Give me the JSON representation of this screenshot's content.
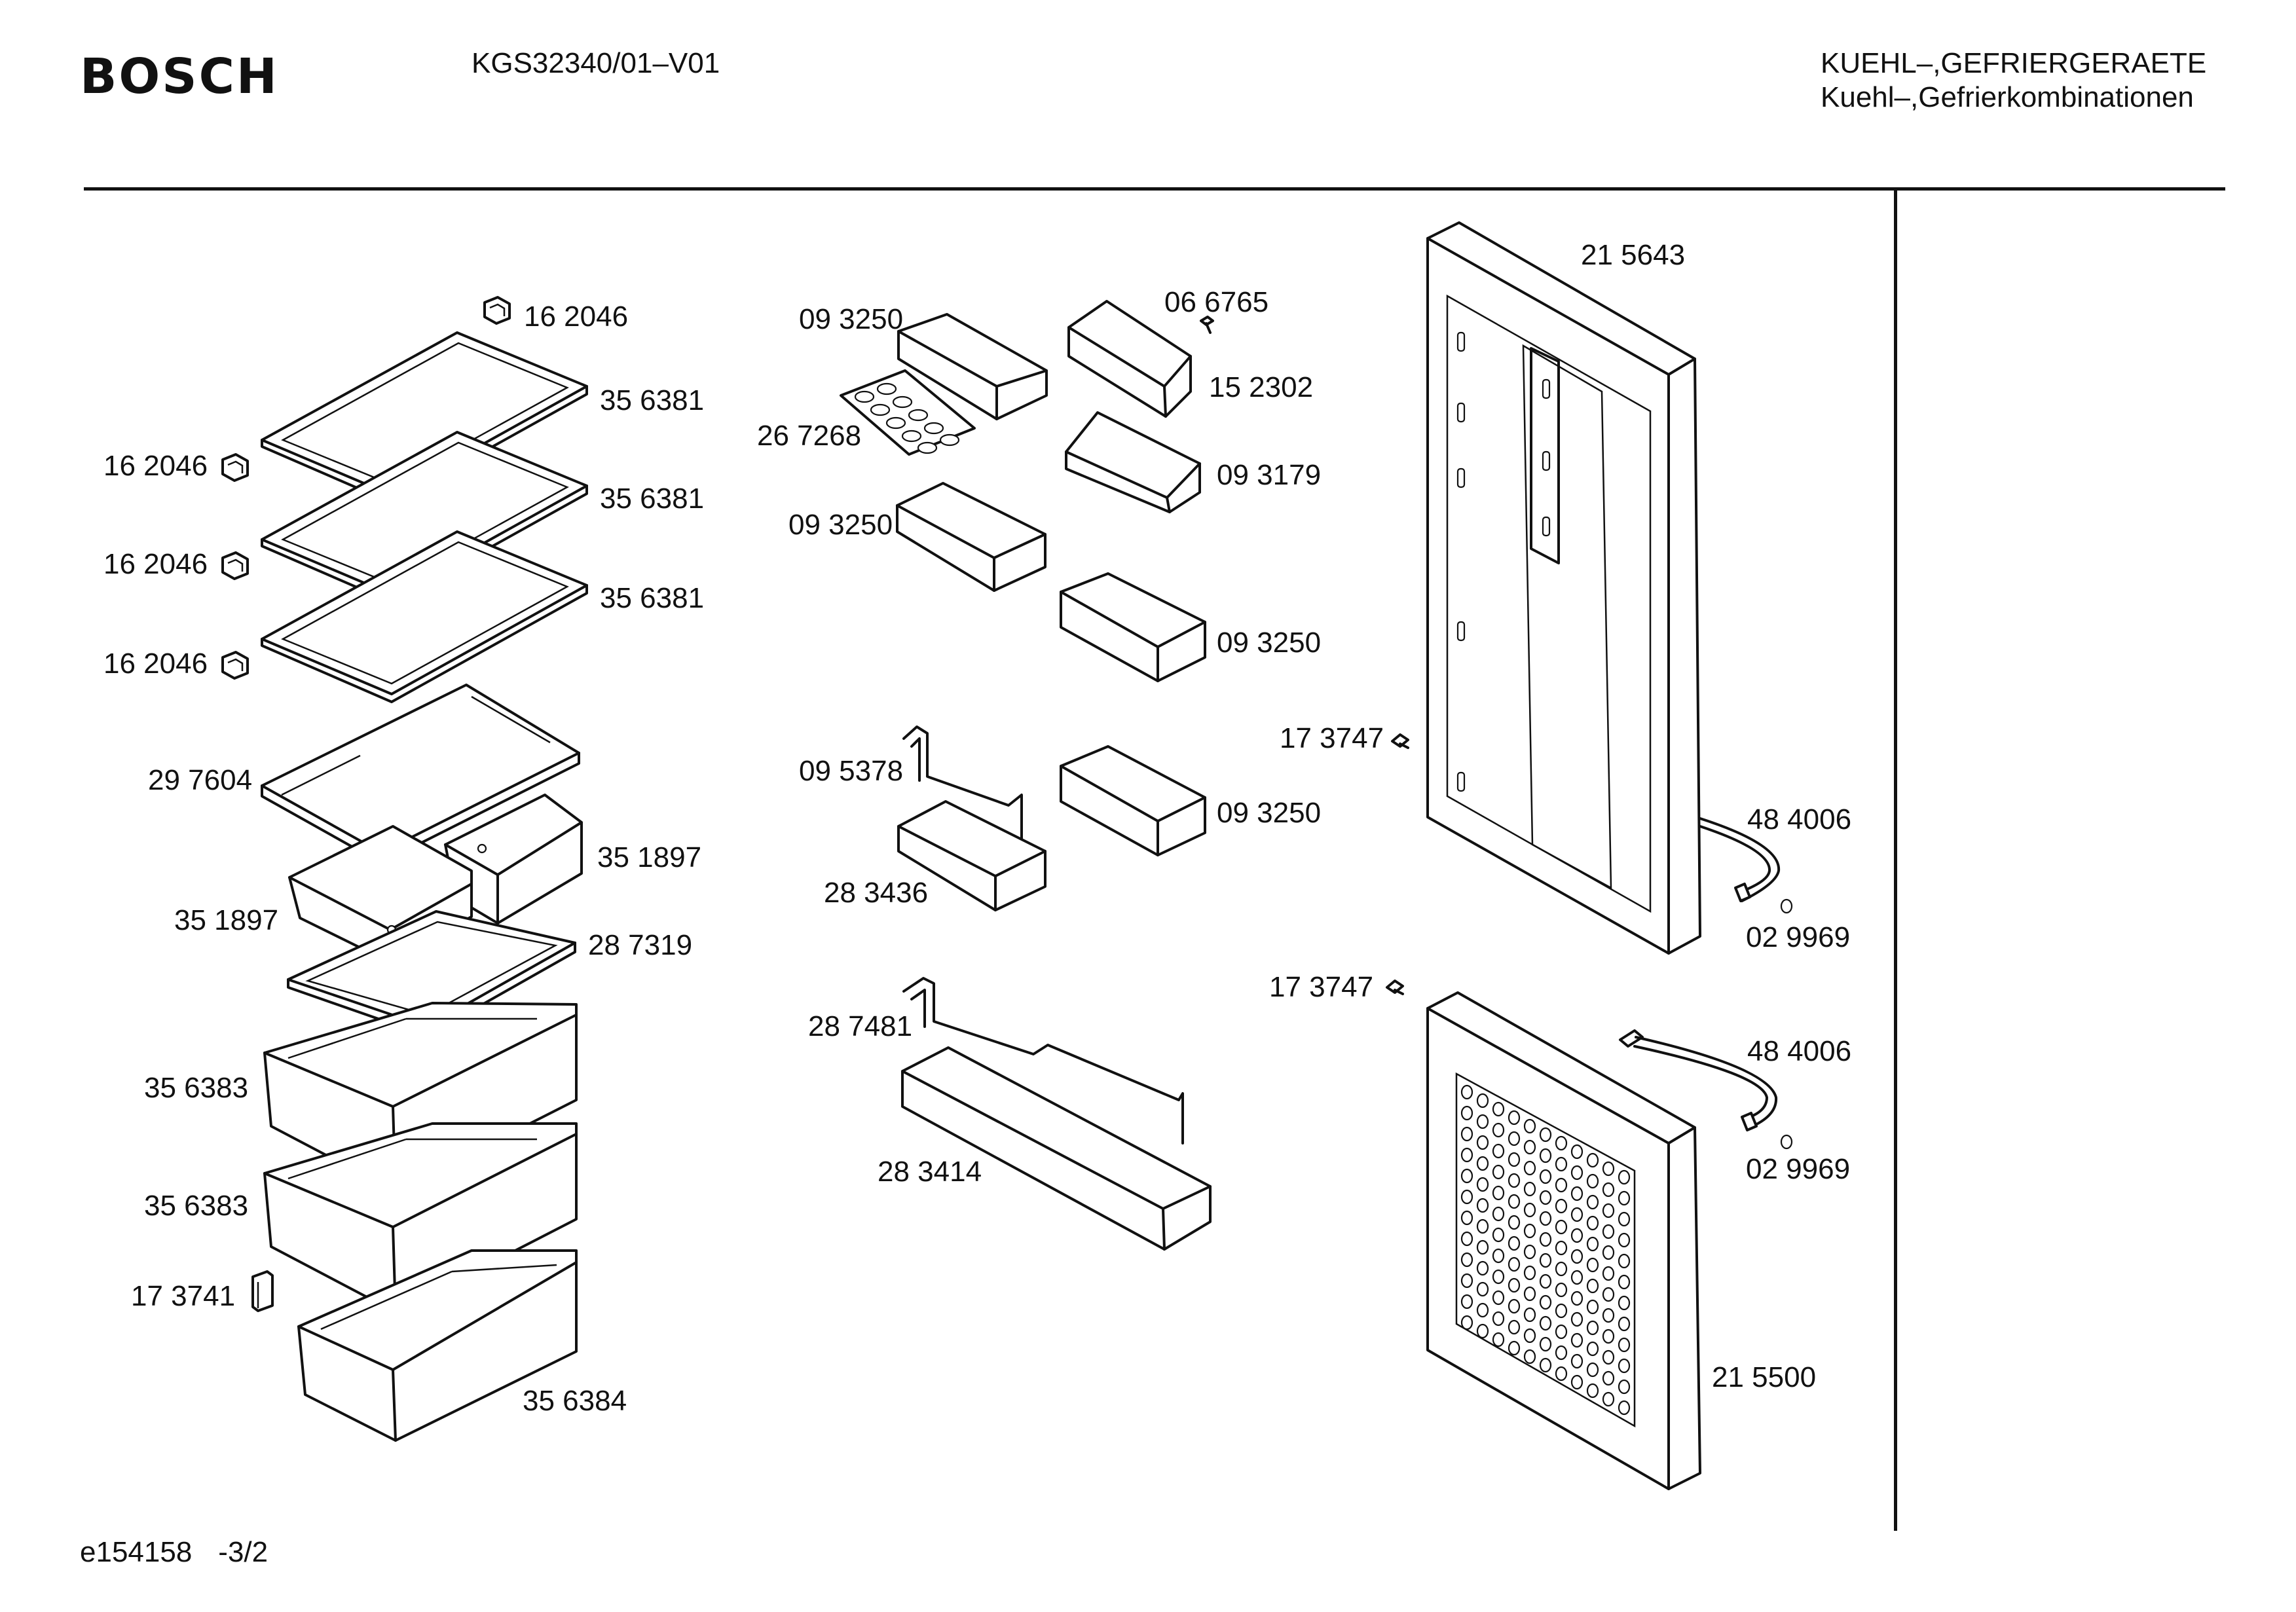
{
  "header": {
    "brand": "BOSCH",
    "model": "KGS32340/01–V01",
    "category_line1": "KUEHL–,GEFRIERGERAETE",
    "category_line2": "Kuehl–,Gefrierkombinationen"
  },
  "footer": {
    "drawing_id": "e154158",
    "page": "-3/2"
  },
  "part_labels": [
    "16 2046",
    "35 6381",
    "16 2046",
    "35 6381",
    "16 2046",
    "35 6381",
    "16 2046",
    "29 7604",
    "35 1897",
    "35 1897",
    "28 7319",
    "35 6383",
    "35 6383",
    "17 3741",
    "35 6384",
    "09 3250",
    "26 7268",
    "06 6765",
    "15 2302",
    "09 3179",
    "09 3250",
    "09 3250",
    "09 5378",
    "09 3250",
    "28 3436",
    "28 7481",
    "28 3414",
    "21 5643",
    "17 3747",
    "48 4006",
    "02 9969",
    "17 3747",
    "48 4006",
    "02 9969",
    "21 5500"
  ]
}
